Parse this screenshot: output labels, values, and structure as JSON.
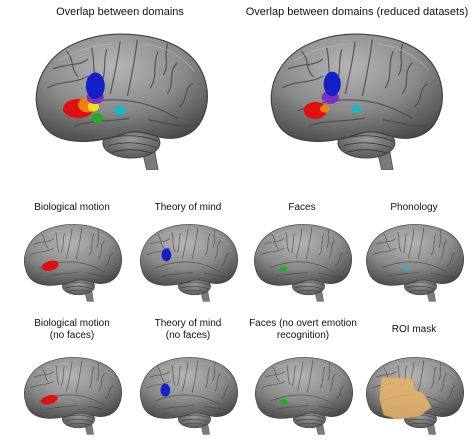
{
  "panels": {
    "overlap": {
      "title": "Overlap between domains"
    },
    "overlap_reduced": {
      "title": "Overlap between domains (reduced datasets)"
    },
    "bio_motion": {
      "title": "Biological motion"
    },
    "theory_of_mind": {
      "title": "Theory of mind"
    },
    "faces": {
      "title": "Faces"
    },
    "phonology": {
      "title": "Phonology"
    },
    "bio_motion_nofaces": {
      "title": "Biological motion\n(no faces)"
    },
    "tom_nofaces": {
      "title": "Theory of mind\n(no faces)"
    },
    "faces_noemo": {
      "title": "Faces (no overt emotion\nrecognition)"
    },
    "roi_mask": {
      "title": "ROI mask"
    }
  },
  "colors": {
    "bio_motion": "#e01010",
    "theory_of_mind": "#1520c8",
    "faces": "#20b020",
    "phonology": "#19b8c8",
    "roi_mask": "#e6b46a",
    "brain": "#8d8d8d"
  }
}
